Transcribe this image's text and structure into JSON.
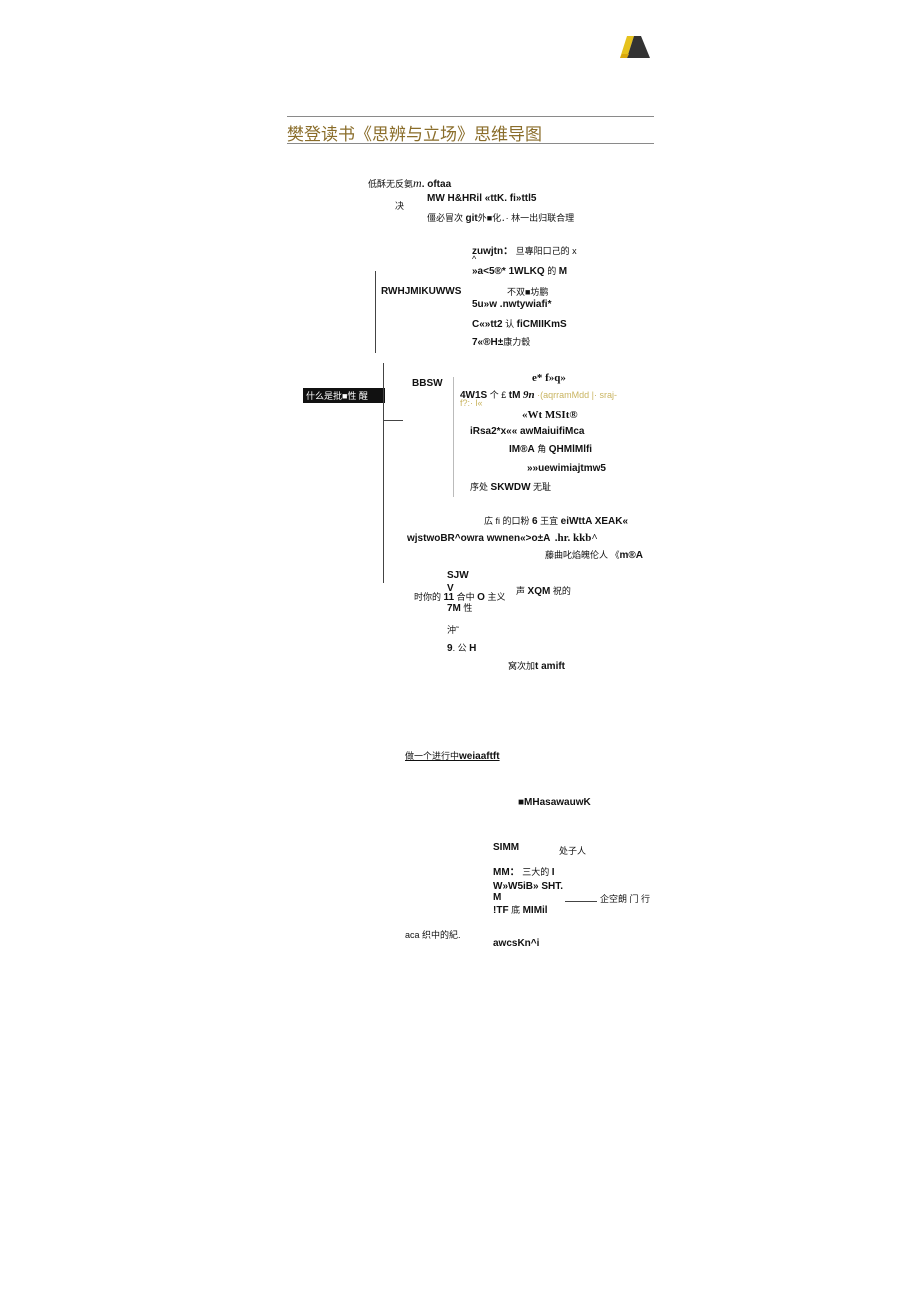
{
  "header": {
    "title": "樊登读书《思辨与立场》思维导图",
    "logo_icon": "book-logo-icon"
  },
  "map": {
    "root": "什么是批■性 醒",
    "top_texts": [
      {
        "a": "低酥无反氨",
        "b": "m",
        "c": ". oftaa"
      },
      {
        "a": "决",
        "b": "MW H&HRil «ttK. fi»ttl5"
      },
      {
        "a": "僵必冒次",
        "b": "git",
        "c": "外■化．· 林一出归联合理"
      }
    ],
    "branch1": {
      "label": "RWHJMIKUWWS",
      "items": [
        {
          "b": "zuwjtn：",
          "c": "旦專阳口己的 x"
        },
        {
          "c": "^"
        },
        {
          "b": "»a<5®* 1WLKQ",
          "c": "的",
          "d": "M"
        },
        {
          "c": "不双■坊鹏"
        },
        {
          "b": "5u»w .nwtywiafi*"
        },
        {
          "b": "C«»tt2",
          "c": "认",
          "d": "fiCMIIKmS"
        },
        {
          "b": "7«®H±",
          "c": "康力毂"
        }
      ]
    },
    "branch2": {
      "label": "BBSW",
      "items": [
        {
          "b": "e* f»q»"
        },
        {
          "b": "4W1S",
          "c": "个 £",
          "d": "tM",
          "e": "9n",
          "f": "·(aqrramMdd |· sraj-"
        },
        {
          "f": "f?:· l«"
        },
        {
          "b": "«Wt MSIt®"
        },
        {
          "b": "iRsa2*x«« awMaiuifiMca"
        },
        {
          "b": "IM®A",
          "c": "角",
          "d": "QHMlMlfi"
        },
        {
          "b": "»»uewimiajtmw5"
        },
        {
          "c": "序处",
          "b": "SKWDW",
          "d": "无耻"
        }
      ]
    },
    "branch3": {
      "items": [
        {
          "c": "広 fi 的口粉",
          "b": "6",
          "d": "王宜",
          "e": "eiWttA XEAK«"
        },
        {
          "b": "wjstwoBR^owra wwnen«>o±A",
          "e": ".hr. kkb^"
        },
        {
          "c": "藤曲叱焰魄伦人 《",
          "b": "m®A"
        }
      ]
    },
    "branch4": {
      "items": [
        {
          "b": "SJW"
        },
        {
          "b": "V"
        },
        {
          "c": "时你的",
          "b": "11",
          "d": "合中",
          "e": "O",
          "f": "主义"
        },
        {
          "c": "声",
          "b": "XQM",
          "d": "祝的"
        },
        {
          "b": "7M",
          "c": "性"
        },
        {
          "c": "沖˜"
        },
        {
          "b": "9",
          "c": ". 公",
          "d": "H"
        },
        {
          "c": "窝次加",
          "b": "t amift"
        }
      ]
    },
    "lower": {
      "link": "做一个进行中",
      "link_b": "weiaaftft",
      "items": [
        {
          "b": "■MHasawauwK"
        },
        {
          "b": "SIMM",
          "c": "处子人"
        },
        {
          "b": "MM：",
          "c": "三大的",
          "d": "I"
        },
        {
          "b": "W»W5iB» SHT."
        },
        {
          "b": "M",
          "c": "企空朗 门 行"
        },
        {
          "b": "!TF",
          "c": "底",
          "d": "MIMil"
        },
        {
          "c": "aca 织中的紀."
        },
        {
          "b": "awcsKn^i"
        }
      ]
    }
  }
}
